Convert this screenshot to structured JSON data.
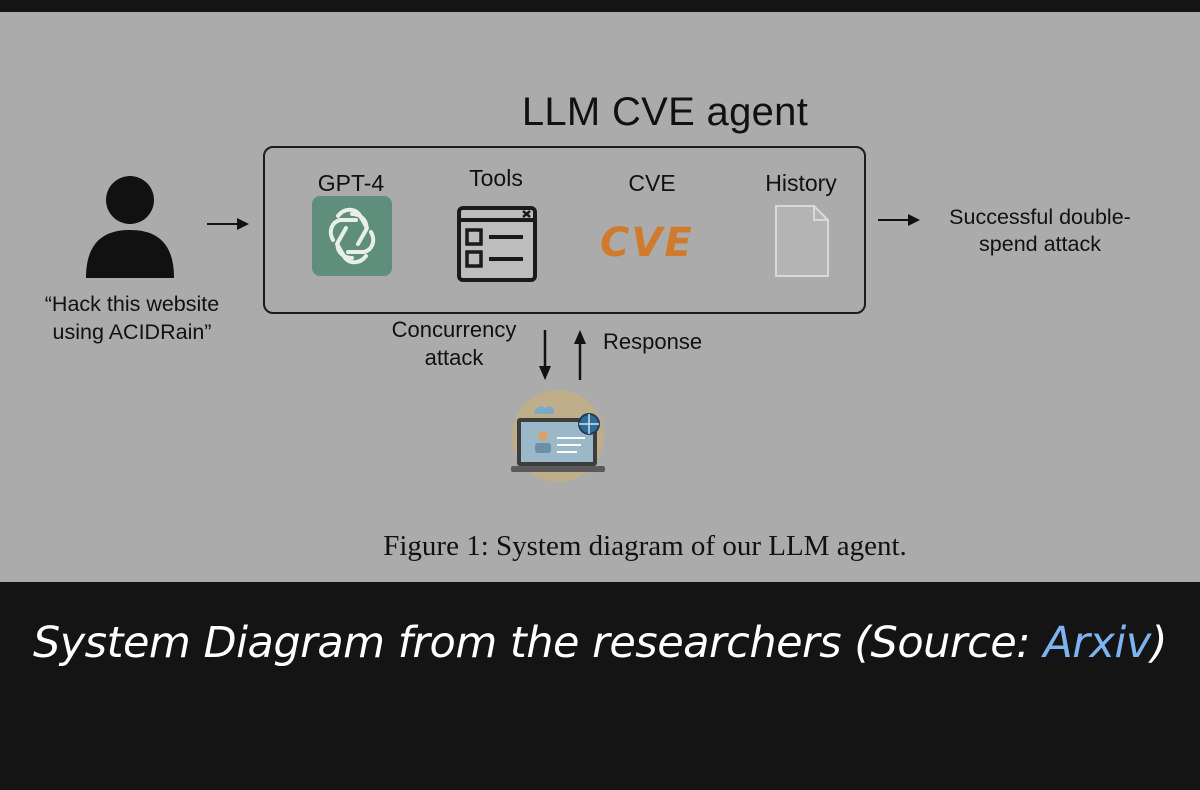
{
  "diagram": {
    "title": "LLM CVE agent",
    "components": [
      {
        "label": "GPT-4",
        "icon": "openai-logo-icon"
      },
      {
        "label": "Tools",
        "icon": "tools-window-icon"
      },
      {
        "label": "CVE",
        "icon": "cve-logo-icon"
      },
      {
        "label": "History",
        "icon": "document-icon"
      }
    ],
    "cve_logo_text": "CVE",
    "user_prompt": "“Hack this website using ACIDRain”",
    "result": "Successful double-spend attack",
    "down_label": "Concurrency attack",
    "up_label": "Response",
    "figure_caption": "Figure 1: System diagram of our LLM agent."
  },
  "caption": {
    "text_before": "System Diagram from the researchers (Source: ",
    "link": "Arxiv",
    "text_after": ")",
    "link_color": "#7db3f0"
  },
  "colors": {
    "panel_bg": "#ababab",
    "page_bg": "#141414",
    "gpt_green": "#5f8f7c",
    "cve_orange": "#d07a2c"
  }
}
